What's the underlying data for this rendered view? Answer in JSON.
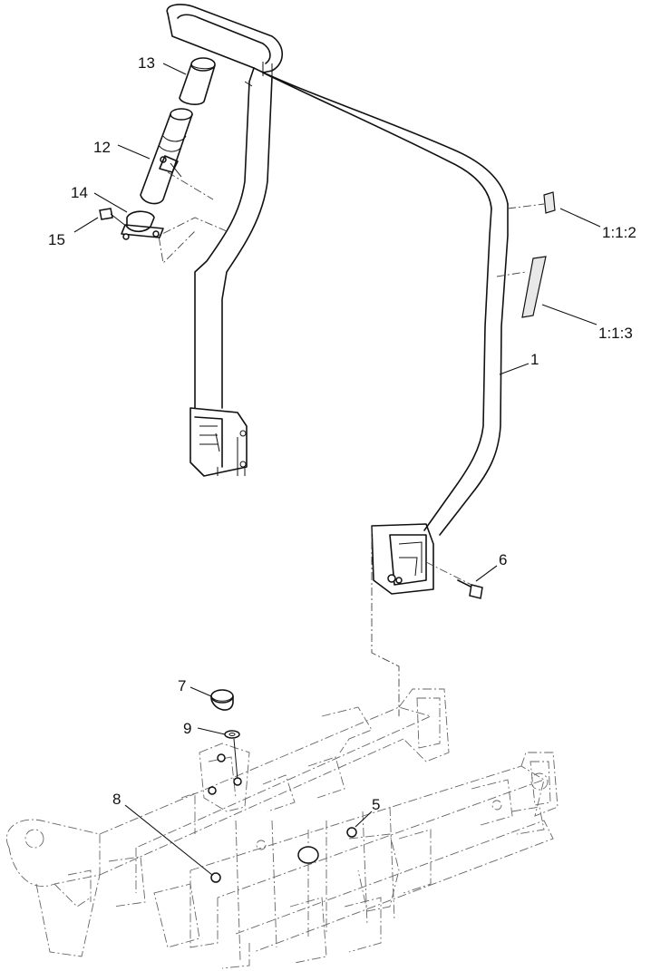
{
  "callouts": [
    {
      "id": "c13",
      "text": "13"
    },
    {
      "id": "c12",
      "text": "12"
    },
    {
      "id": "c14",
      "text": "14"
    },
    {
      "id": "c15",
      "text": "15"
    },
    {
      "id": "c112",
      "text": "1:1:2"
    },
    {
      "id": "c113",
      "text": "1:1:3"
    },
    {
      "id": "c1",
      "text": "1"
    },
    {
      "id": "c6",
      "text": "6"
    },
    {
      "id": "c7",
      "text": "7"
    },
    {
      "id": "c9",
      "text": "9"
    },
    {
      "id": "c8",
      "text": "8"
    },
    {
      "id": "c5",
      "text": "5"
    }
  ]
}
